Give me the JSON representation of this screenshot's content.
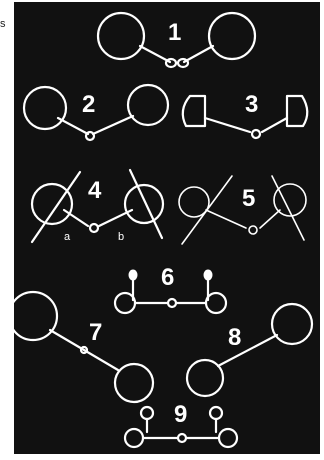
{
  "page_text": "s",
  "labels": {
    "n1": "1",
    "n2": "2",
    "n3": "3",
    "n4": "4",
    "n5": "5",
    "n6": "6",
    "n7": "7",
    "n8": "8",
    "n9": "9",
    "sub_a": "a",
    "sub_b": "b"
  },
  "colors": {
    "background": "#111111",
    "ink": "#ffffff"
  }
}
